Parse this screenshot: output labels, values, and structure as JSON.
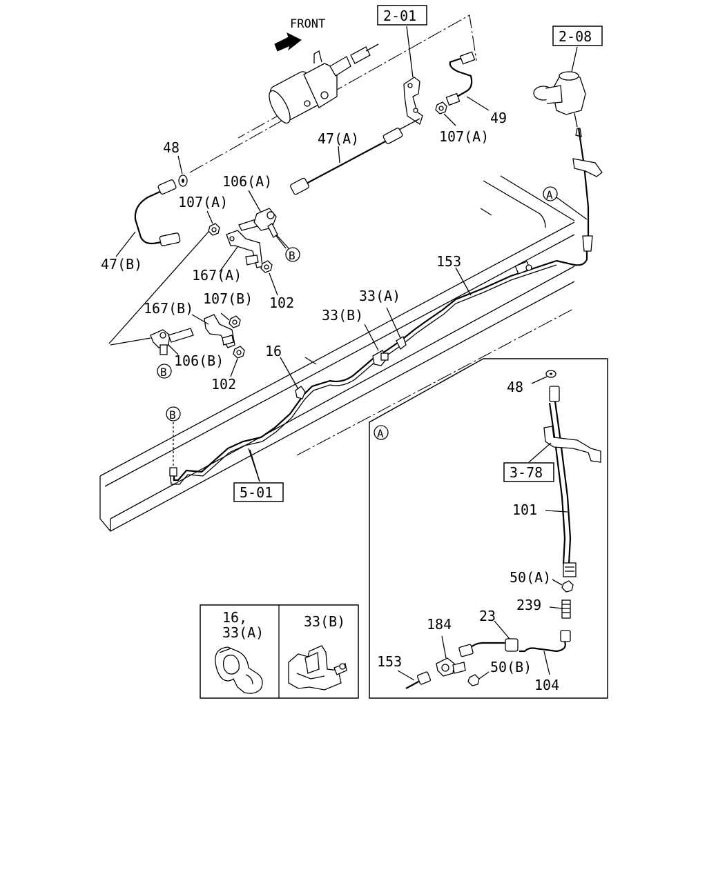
{
  "front_label": "FRONT",
  "refs": {
    "r201": "2-01",
    "r208": "2-08",
    "r501": "5-01",
    "r378": "3-78"
  },
  "circle_marks": {
    "a": "A",
    "b": "B"
  },
  "labels": {
    "p48_top": "48",
    "p47a": "47(A)",
    "p49": "49",
    "p107a_top": "107(A)",
    "p106a": "106(A)",
    "p107a_left": "107(A)",
    "p47b": "47(B)",
    "p167a": "167(A)",
    "p102_top": "102",
    "p167b": "167(B)",
    "p107b": "107(B)",
    "p106b": "106(B)",
    "p102_bottom": "102",
    "p16": "16",
    "p33b": "33(B)",
    "p33a": "33(A)",
    "p153_top": "153",
    "p48_detail": "48",
    "p101": "101",
    "p50a": "50(A)",
    "p239": "239",
    "p23": "23",
    "p184": "184",
    "p153_detail": "153",
    "p50b": "50(B)",
    "p104": "104"
  },
  "inset": {
    "left_line1": "16,",
    "left_line2": "33(A)",
    "right_line1": "33(B)"
  }
}
